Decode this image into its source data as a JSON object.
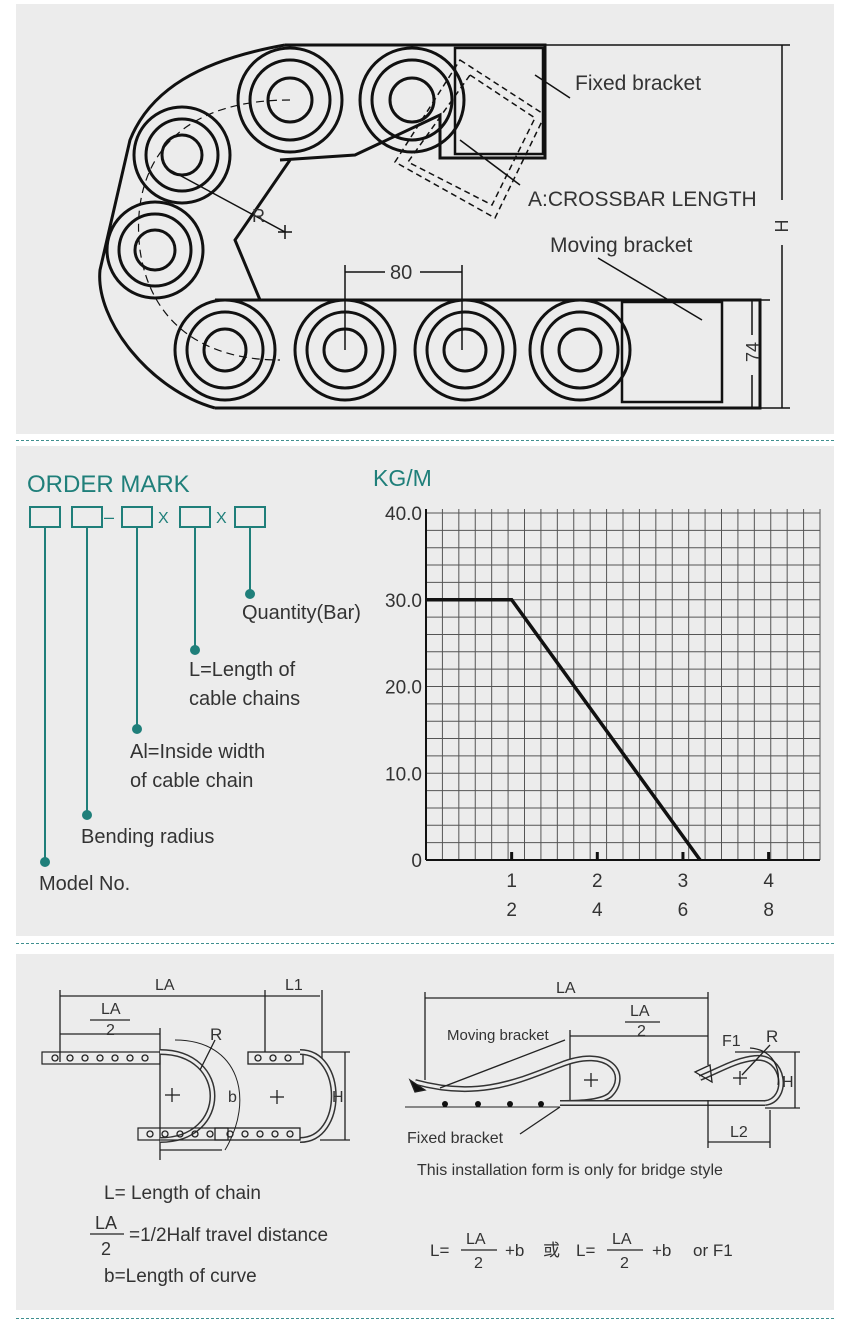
{
  "diagram_top": {
    "fixed_bracket": "Fixed bracket",
    "crossbar": "A:CROSSBAR LENGTH",
    "moving_bracket": "Moving bracket",
    "radius": "R",
    "height": "H",
    "pitch": "80",
    "link_height": "74"
  },
  "order_mark": {
    "title": "ORDER MARK",
    "sep_dash": "–",
    "sep_x": "X",
    "labels": {
      "quantity": "Quantity(Bar)",
      "length_1": "L=Length of",
      "length_2": "cable chains",
      "inside_1": "Al=Inside width",
      "inside_2": "of cable chain",
      "bending": "Bending radius",
      "model": "Model No."
    }
  },
  "chart_data": {
    "type": "line",
    "title": "KG/M",
    "yticks": [
      "40.0",
      "30.0",
      "20.0",
      "10.0",
      "0"
    ],
    "xticks_row1": [
      "1",
      "2",
      "3",
      "4"
    ],
    "xticks_row2": [
      "2",
      "4",
      "6",
      "8"
    ],
    "ylim": [
      0,
      40
    ],
    "xlim": [
      0,
      4.6
    ],
    "grid": true,
    "series": [
      {
        "x": [
          0,
          1,
          3.2
        ],
        "y": [
          30,
          30,
          0
        ]
      }
    ],
    "line_color": "#111111"
  },
  "install": {
    "left": {
      "la": "LA",
      "la_num": "LA",
      "la_den": "2",
      "l1": "L1",
      "r": "R",
      "b": "b",
      "h": "H"
    },
    "right": {
      "la": "LA",
      "la_num": "LA",
      "la_den": "2",
      "moving": "Moving bracket",
      "fixed": "Fixed bracket",
      "f1": "F1",
      "r": "R",
      "h": "H",
      "l2": "L2",
      "note": "This installation form is only for bridge style"
    },
    "formula_left": {
      "line1": "L= Length of chain",
      "frac_num": "LA",
      "frac_den": "2",
      "line2": "=1/2Half travel distance",
      "line3": "b=Length of curve"
    },
    "formula_right": {
      "l1": "L=",
      "num1": "LA",
      "den1": "2",
      "plus1": "+b",
      "or_cn": "或",
      "l2": "L=",
      "num2": "LA",
      "den2": "2",
      "plus2": "+b",
      "or_f1": "or F1"
    }
  },
  "colors": {
    "accent": "#1f7f7a",
    "panel": "#ececec",
    "divider": "#3f8f8f"
  }
}
